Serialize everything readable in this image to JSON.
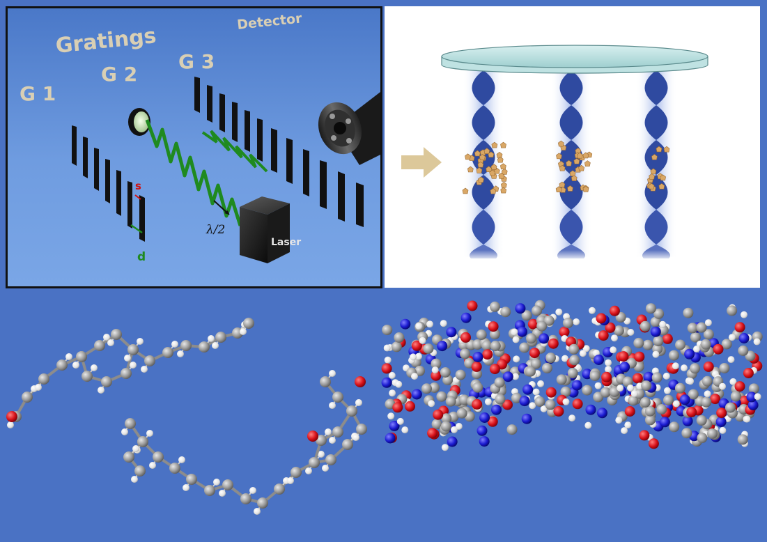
{
  "gratings_panel": {
    "title": "Gratings",
    "g1": "G 1",
    "g2": "G 2",
    "g3": "G 3",
    "detector": "Detector",
    "laser": "Laser",
    "lambda": "λ/2",
    "s": "s",
    "d": "d"
  },
  "colors": {
    "label_tan": "#d9cfb4",
    "beam_green": "#1f8a1f",
    "grating_black": "#111111",
    "accent_red": "#d01010",
    "atom_gray": "#9a9a9a",
    "atom_red": "#d8121a",
    "atom_blue": "#1a1ad0",
    "atom_white": "#f2f2f2",
    "background_blue": "#4a72c4",
    "beam_navy": "#2f4aa0",
    "arrow_tan": "#dcc89a"
  }
}
